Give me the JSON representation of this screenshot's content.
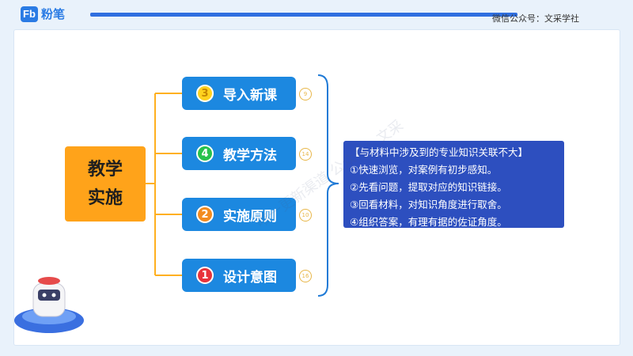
{
  "header": {
    "logo_mark": "Fb",
    "logo_text": "粉笔",
    "wechat_label": "微信公众号：文采学社"
  },
  "center": {
    "line1": "教学",
    "line2": "实施"
  },
  "branches": [
    {
      "num": "3",
      "label": "导入新课",
      "badge": "9",
      "color": "yellow"
    },
    {
      "num": "4",
      "label": "教学方法",
      "badge": "14",
      "color": "green"
    },
    {
      "num": "2",
      "label": "实施原则",
      "badge": "10",
      "color": "orange"
    },
    {
      "num": "1",
      "label": "设计意图",
      "badge": "16",
      "color": "red"
    }
  ],
  "note": {
    "title": "【与材料中涉及到的专业知识关联不大】",
    "items": [
      "①快速浏览，对案例有初步感知。",
      "②先看问题，提取对应的知识链接。",
      "③回看材料，对知识角度进行取舍。",
      "④组织答案，有理有据的佐证角度。"
    ]
  },
  "watermark": "唯一更新渠道 公众号：文采",
  "colors": {
    "center_box": "#ffa31a",
    "branch_node": "#1c88e0",
    "note_bg": "#2d4fbf",
    "connector": "#ffb020",
    "brace": "#1f7ad6",
    "brand": "#2a7be4"
  }
}
